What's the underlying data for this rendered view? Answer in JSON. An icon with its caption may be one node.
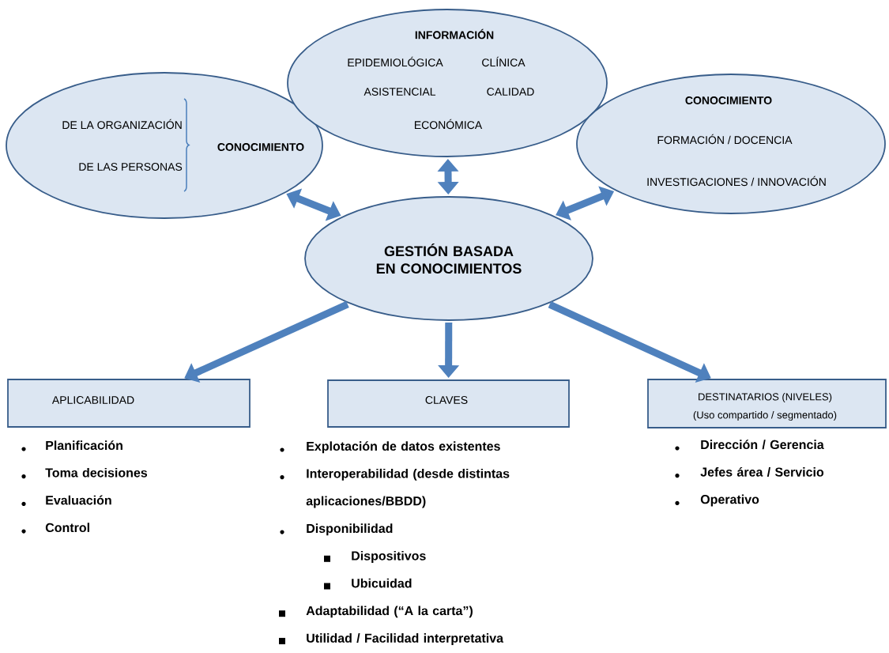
{
  "diagram": {
    "nodes": [
      {
        "text": [
          "DE LA ORGANIZACIÓN",
          "DE LAS PERSONAS",
          "CONOCIMIENTO"
        ]
      },
      {
        "text": [
          "INFORMACIÓN",
          "EPIDEMIOLÓGICA",
          "CLÍNICA",
          "ASISTENCIAL",
          "CALIDAD",
          "ECONÓMICA"
        ]
      },
      {
        "text": [
          "CONOCIMIENTO",
          "FORMACIÓN / DOCENCIA",
          "INVESTIGACIONES / INNOVACIÓN"
        ]
      },
      {
        "text": [
          "GESTIÓN BASADA EN CONOCIMIENTOS"
        ]
      },
      {
        "text": [
          "APLICABILIDAD"
        ],
        "beside": [
          "Planificación",
          "Toma decisiones",
          "Evaluación",
          "Control"
        ]
      },
      {
        "text": [
          "CLAVES"
        ],
        "beside": [
          "Explotación de datos existentes",
          "Interoperabilidad (desde distintas aplicaciones/BBDD)",
          "Disponibilidad",
          "Dispositivos",
          "Ubicuidad",
          "Adaptabilidad (“A la carta”)",
          "Utilidad / Facilidad interpretativa"
        ]
      },
      {
        "text": [
          "DESTINATARIOS  (NIVELES)",
          "(Uso compartido / segmentado)"
        ],
        "beside": [
          "Dirección / Gerencia",
          "Jefes área / Servicio",
          "Operativo"
        ]
      }
    ],
    "edges": [
      {
        "from": 0,
        "to": 3,
        "arrow": "both"
      },
      {
        "from": 1,
        "to": 3,
        "arrow": "both"
      },
      {
        "from": 2,
        "to": 3,
        "arrow": "both"
      },
      {
        "from": 3,
        "to": 4,
        "arrow": "to"
      },
      {
        "from": 3,
        "to": 5,
        "arrow": "to"
      },
      {
        "from": 3,
        "to": 6,
        "arrow": "to"
      }
    ]
  }
}
